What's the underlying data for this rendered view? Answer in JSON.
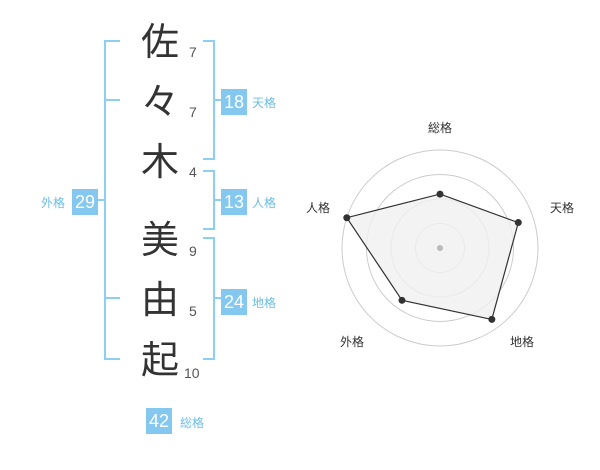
{
  "name": {
    "chars": [
      "佐",
      "々",
      "木",
      "美",
      "由",
      "起"
    ],
    "strokes": [
      "7",
      "7",
      "4",
      "9",
      "5",
      "10"
    ]
  },
  "fortunes": {
    "tenkaku": {
      "value": "18",
      "label": "天格"
    },
    "jinkaku": {
      "value": "13",
      "label": "人格"
    },
    "chikaku": {
      "value": "24",
      "label": "地格"
    },
    "gaikaku": {
      "value": "29",
      "label": "外格"
    },
    "soukaku": {
      "value": "42",
      "label": "総格"
    }
  },
  "chart_data": {
    "type": "radar",
    "axes": [
      "総格",
      "天格",
      "地格",
      "外格",
      "人格"
    ],
    "values": [
      0.55,
      0.84,
      0.9,
      0.66,
      1.0
    ],
    "rings": 4,
    "colors": {
      "grid": "#cccccc",
      "fill": "#f0f0f0",
      "line": "#333333",
      "point": "#333333",
      "accent": "#84c8f0"
    }
  }
}
